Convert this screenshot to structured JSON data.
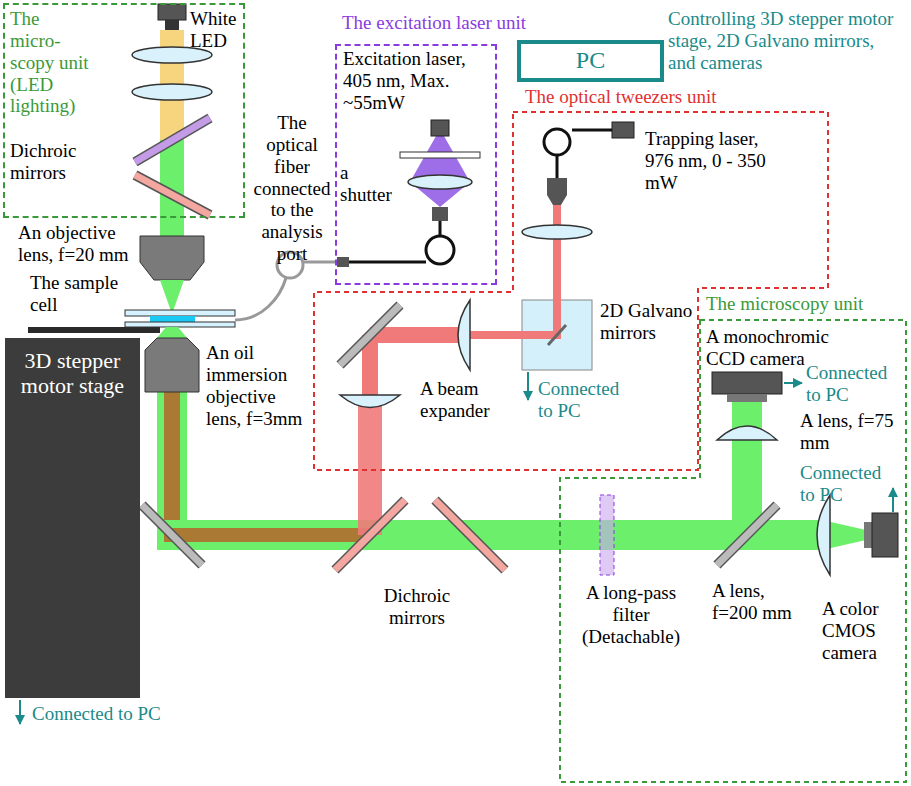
{
  "diagram": {
    "nodes": [
      {
        "text": [
          "The micro- scopy unit (LED lighting)"
        ]
      },
      {
        "text": [
          "The excitation laser unit"
        ]
      },
      {
        "text": [
          "PC"
        ]
      },
      {
        "text": [
          "The optical tweezers unit"
        ]
      },
      {
        "text": [
          "The microscopy unit"
        ]
      },
      {
        "text": [
          "3D stepper motor stage"
        ]
      }
    ],
    "labels": [
      "White LED",
      "Dichroic mirrors",
      "An objective lens, f=20 mm",
      "The sample cell",
      "The optical fiber connected to the analysis port",
      "Excitation laser, 405 nm, Max. ~55mW",
      "a shutter",
      "Controlling 3D stepper motor stage, 2D Galvano mirrors, and cameras",
      "Trapping laser, 976 nm, 0 - 350 mW",
      "2D Galvano mirrors",
      "Connected to PC",
      "A beam expander",
      "An oil immersion objective lens, f=3mm",
      "Connected to PC",
      "Dichroic mirrors",
      "A long-pass filter (Detachable)",
      "A monochromic CCD camera",
      "Connected to PC",
      "A lens, f=75 mm",
      "Connected to PC",
      "A lens, f=200 mm",
      "A color CMOS camera"
    ]
  }
}
